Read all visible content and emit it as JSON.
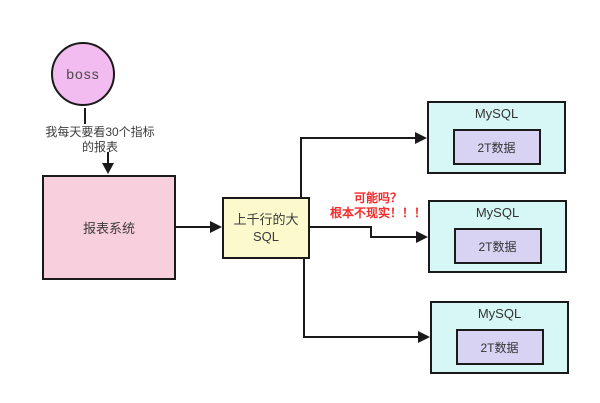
{
  "diagram": {
    "boss": {
      "label": "boss",
      "note_line1": "我每天要看30个指标",
      "note_line2": "的报表"
    },
    "report_system": {
      "label": "报表系统"
    },
    "sql_box": {
      "line1": "上千行的大",
      "line2": "SQL"
    },
    "annotation": {
      "line1": "可能吗？",
      "line2": "根本不现实！！！"
    },
    "mysql_nodes": [
      {
        "title": "MySQL",
        "data_label": "2T数据"
      },
      {
        "title": "MySQL",
        "data_label": "2T数据"
      },
      {
        "title": "MySQL",
        "data_label": "2T数据"
      }
    ],
    "colors": {
      "boss_circle_fill": "#f3bcf0",
      "report_system_fill": "#f8cfdd",
      "sql_box_fill": "#fcfacd",
      "mysql_box_fill": "#d6f7f5",
      "data_box_fill": "#d8d2f3",
      "annotation_text": "#f62b2b",
      "line": "#1a1a1a"
    }
  }
}
